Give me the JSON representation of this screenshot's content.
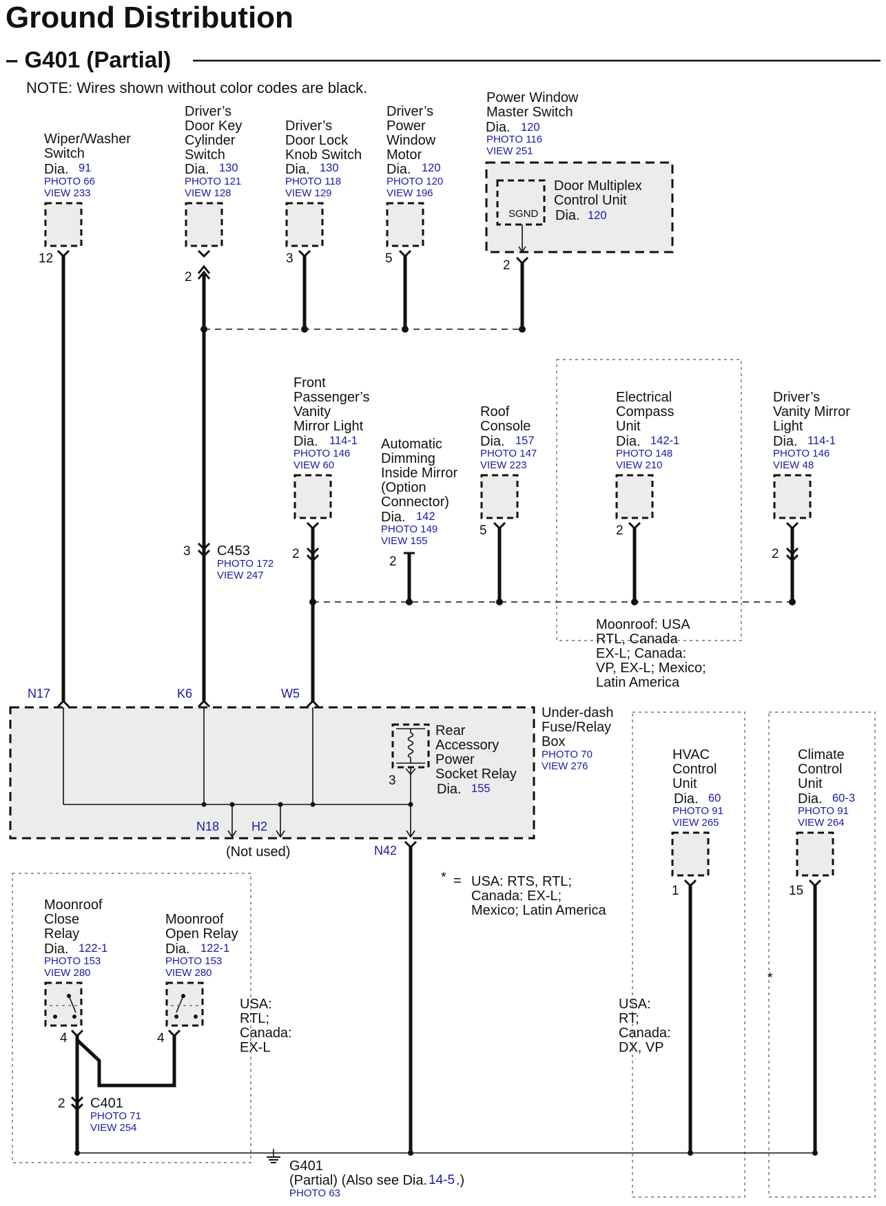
{
  "page": {
    "title": "Ground Distribution",
    "subtitle": "– G401 (Partial)",
    "note": "NOTE: Wires shown without color codes are black."
  },
  "components": {
    "wiper": {
      "name": [
        "Wiper/Washer",
        "Switch"
      ],
      "dia_label": "Dia.",
      "dia": "91",
      "photo": "PHOTO 66",
      "view": "VIEW 233",
      "pin": "12"
    },
    "door_key": {
      "name": [
        "Driver’s",
        "Door Key",
        "Cylinder",
        "Switch"
      ],
      "dia_label": "Dia.",
      "dia": "130",
      "photo": "PHOTO 121",
      "view": "VIEW 128",
      "pin": "2"
    },
    "door_lock": {
      "name": [
        "Driver’s",
        "Door Lock",
        "Knob Switch"
      ],
      "dia_label": "Dia.",
      "dia": "130",
      "photo": "PHOTO 118",
      "view": "VIEW 129",
      "pin": "3"
    },
    "window_motor": {
      "name": [
        "Driver’s",
        "Power",
        "Window",
        "Motor"
      ],
      "dia_label": "Dia.",
      "dia": "120",
      "photo": "PHOTO 120",
      "view": "VIEW 196",
      "pin": "5"
    },
    "master_switch": {
      "name": [
        "Power Window",
        "Master Switch"
      ],
      "dia_label": "Dia.",
      "dia": "120",
      "photo": "PHOTO 116",
      "view": "VIEW 251",
      "pin": "2"
    },
    "door_mux": {
      "name": [
        "Door Multiplex",
        "Control Unit"
      ],
      "dia_label": "Dia.",
      "dia": "120",
      "sgnd": "SGND"
    },
    "pass_mirror": {
      "name": [
        "Front",
        "Passenger’s",
        "Vanity",
        "Mirror Light"
      ],
      "dia_label": "Dia.",
      "dia": "114-1",
      "photo": "PHOTO 146",
      "view": "VIEW 60",
      "pin": "2"
    },
    "auto_mirror": {
      "name": [
        "Automatic",
        "Dimming",
        "Inside Mirror",
        "(Option",
        "Connector)"
      ],
      "dia_label": "Dia.",
      "dia": "142",
      "photo": "PHOTO 149",
      "view": "VIEW 155",
      "pin": "2"
    },
    "roof_console": {
      "name": [
        "Roof",
        "Console"
      ],
      "dia_label": "Dia.",
      "dia": "157",
      "photo": "PHOTO 147",
      "view": "VIEW 223",
      "pin": "5"
    },
    "compass": {
      "name": [
        "Electrical",
        "Compass",
        "Unit"
      ],
      "dia_label": "Dia.",
      "dia": "142-1",
      "photo": "PHOTO 148",
      "view": "VIEW 210",
      "pin": "2"
    },
    "drv_mirror": {
      "name": [
        "Driver’s",
        "Vanity Mirror",
        "Light"
      ],
      "dia_label": "Dia.",
      "dia": "114-1",
      "photo": "PHOTO 146",
      "view": "VIEW 48",
      "pin": "2"
    },
    "fuse_box": {
      "name": [
        "Under-dash",
        "Fuse/Relay",
        "Box"
      ],
      "photo": "PHOTO 70",
      "view": "VIEW 276"
    },
    "relay": {
      "name": [
        "Rear",
        "Accessory",
        "Power",
        "Socket Relay"
      ],
      "dia_label": "Dia.",
      "dia": "155",
      "pin": "3"
    },
    "hvac": {
      "name": [
        "HVAC",
        "Control",
        "Unit"
      ],
      "dia_label": "Dia.",
      "dia": "60",
      "photo": "PHOTO 91",
      "view": "VIEW 265",
      "pin": "1"
    },
    "climate": {
      "name": [
        "Climate",
        "Control",
        "Unit"
      ],
      "dia_label": "Dia.",
      "dia": "60-3",
      "photo": "PHOTO 91",
      "view": "VIEW 264",
      "pin": "15"
    },
    "moon_close": {
      "name": [
        "Moonroof",
        "Close",
        "Relay"
      ],
      "dia_label": "Dia.",
      "dia": "122-1",
      "photo": "PHOTO 153",
      "view": "VIEW 280",
      "pin": "4"
    },
    "moon_open": {
      "name": [
        "Moonroof",
        "Open Relay"
      ],
      "dia_label": "Dia.",
      "dia": "122-1",
      "photo": "PHOTO 153",
      "view": "VIEW 280",
      "pin": "4"
    }
  },
  "connectors": {
    "c453": {
      "name": "C453",
      "photo": "PHOTO 172",
      "view": "VIEW 247",
      "pin": "3"
    },
    "c401": {
      "name": "C401",
      "photo": "PHOTO 71",
      "view": "VIEW 254",
      "pin": "2"
    }
  },
  "terminals": {
    "n17": "N17",
    "k6": "K6",
    "w5": "W5",
    "n18": "N18",
    "h2": "H2",
    "n42": "N42",
    "not_used": "(Not used)"
  },
  "option_notes": {
    "moonroof": [
      "Moonroof: USA",
      "RTL, Canada",
      "EX-L; Canada:",
      "VP, EX-L; Mexico;",
      "Latin America"
    ],
    "moon_relays": [
      "USA:",
      "RTL;",
      "Canada:",
      "EX-L"
    ],
    "hvac": [
      "USA:",
      "RT;",
      "Canada:",
      "DX, VP"
    ],
    "asterisk_mark": "*",
    "asterisk_eq": "=",
    "asterisk_text": [
      "USA: RTS, RTL;",
      "Canada: EX-L;",
      "Mexico; Latin America"
    ]
  },
  "ground": {
    "name": "G401",
    "line": "(Partial) (Also see Dia.",
    "dia": "14-5",
    "close": ".)",
    "photo": "PHOTO 63"
  }
}
